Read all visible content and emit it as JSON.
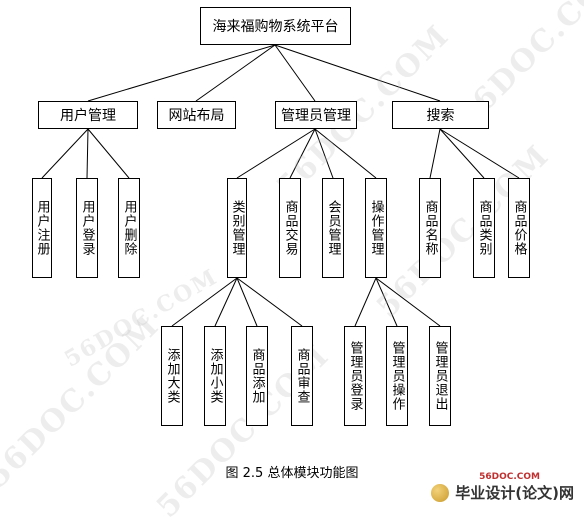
{
  "diagram": {
    "root": "海来福购物系统平台",
    "modules": {
      "user": {
        "label": "用户管理",
        "children": [
          "用户注册",
          "用户登录",
          "用户删除"
        ]
      },
      "layout": {
        "label": "网站布局"
      },
      "admin": {
        "label": "管理员管理",
        "children": {
          "category": {
            "label": "类别管理",
            "children": [
              "添加大类",
              "添加小类",
              "商品添加",
              "商品审查"
            ]
          },
          "trade": {
            "label": "商品交易"
          },
          "member": {
            "label": "会员管理"
          },
          "operation": {
            "label": "操作管理",
            "children": [
              "管理员登录",
              "管理员操作",
              "管理员退出"
            ]
          }
        }
      },
      "search": {
        "label": "搜索",
        "children": [
          "商品名称",
          "商品类别",
          "商品价格"
        ]
      }
    }
  },
  "caption": "图 2.5  总体模块功能图",
  "watermark": "56DOC.COM",
  "footer": {
    "url": "56DOC.COM",
    "brand": "毕业设计(论文)网"
  }
}
